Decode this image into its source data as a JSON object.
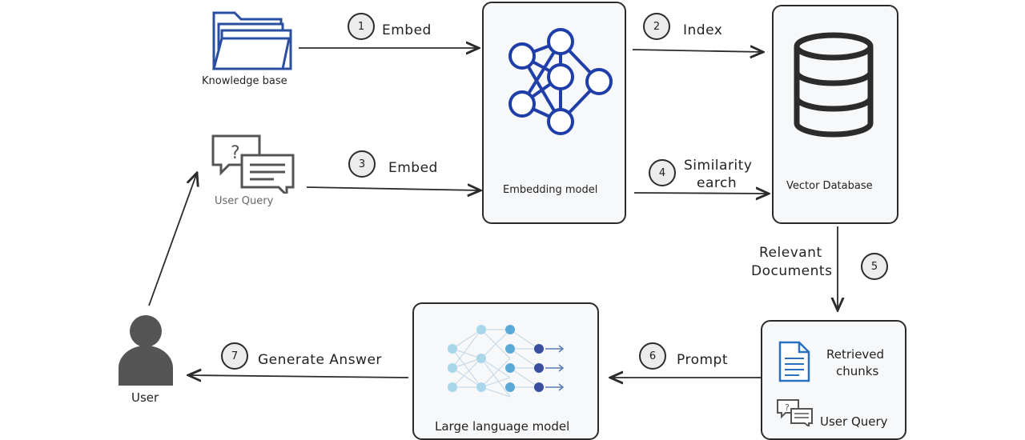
{
  "nodes": {
    "knowledge_base": "Knowledge base",
    "user_query": "User Query",
    "embedding_model": "Embedding model",
    "vector_database": "Vector Database",
    "retrieved_chunks_line1": "Retrieved",
    "retrieved_chunks_line2": "chunks",
    "retrieved_user_query": "User Query",
    "llm": "Large language model",
    "user": "User"
  },
  "steps": [
    {
      "num": "1",
      "label": "Embed"
    },
    {
      "num": "2",
      "label": "Index"
    },
    {
      "num": "3",
      "label": "Embed"
    },
    {
      "num": "4",
      "label_line1": "Similarity",
      "label_line2": "earch"
    },
    {
      "num": "5",
      "label_line1": "Relevant",
      "label_line2": "Documents"
    },
    {
      "num": "6",
      "label": "Prompt"
    },
    {
      "num": "7",
      "label": "Generate Answer"
    }
  ],
  "colors": {
    "accent_blue": "#1f3ea8",
    "folder_blue": "#2a4fa0",
    "stroke": "#2b2b2b",
    "box_fill": "#f7f8fa",
    "icon_gray": "#555555",
    "llm_light": "#a9d6e8",
    "llm_mid": "#5aa8d6",
    "llm_dark": "#3a4fa0"
  }
}
